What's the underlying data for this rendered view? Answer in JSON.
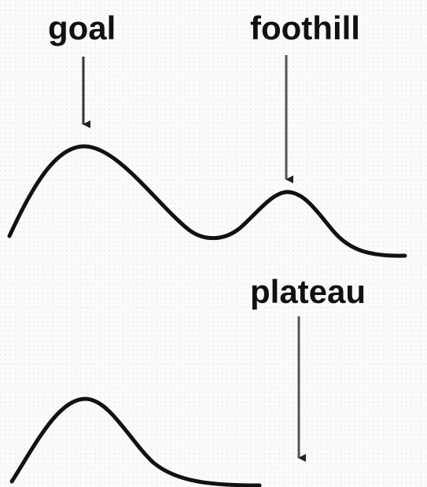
{
  "labels": {
    "goal": "goal",
    "foothill": "foothill",
    "plateau": "plateau"
  },
  "colors": {
    "curve": "#111111",
    "arrow": "#333333",
    "background": "#fbfbfb"
  }
}
